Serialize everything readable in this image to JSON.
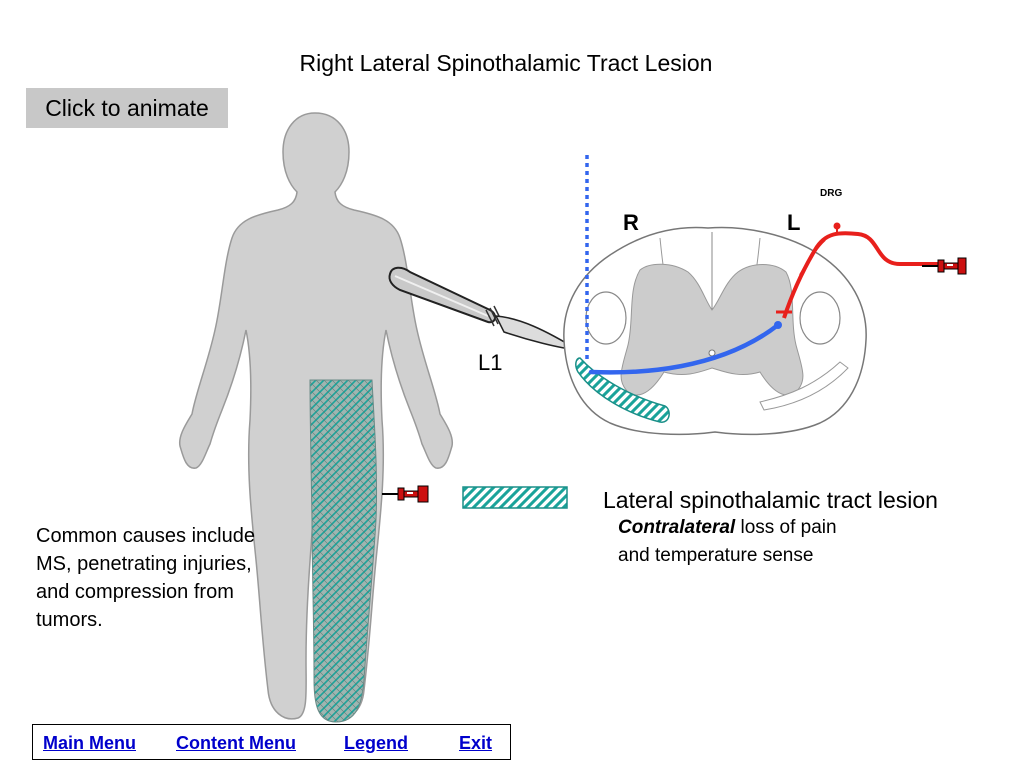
{
  "title": "Right Lateral Spinothalamic Tract Lesion",
  "animate_button": "Click to animate",
  "labels": {
    "right": "R",
    "left": "L",
    "drg": "DRG",
    "level": "L1"
  },
  "legend": {
    "lesion_title": "Lateral spinothalamic tract lesion",
    "emphasis": "Contralateral",
    "desc_rest": " loss of pain",
    "desc_line2": "and temperature sense"
  },
  "causes_text": "Common causes include MS, penetrating injuries, and compression from tumors.",
  "nav": {
    "main_menu": "Main Menu",
    "content_menu": "Content Menu",
    "legend": "Legend",
    "exit": "Exit"
  },
  "colors": {
    "body": "#d0d0d0",
    "lesion_hatch": "#1aa39a",
    "tract_blue": "#3366ee",
    "nerve_red": "#e8201c",
    "link": "#0000cc",
    "button_bg": "#c8c8c8"
  },
  "icons": [
    "scalpel-icon",
    "pushpin-icon"
  ]
}
